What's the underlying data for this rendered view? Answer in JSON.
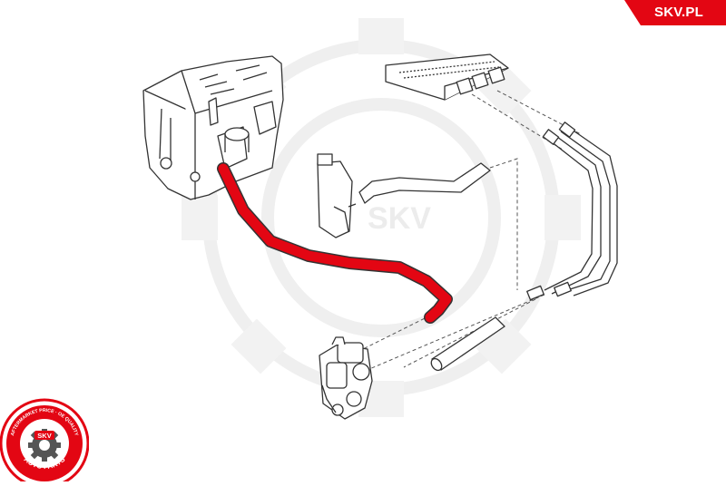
{
  "brand": {
    "label": "SKV.PL",
    "color": "#e30613"
  },
  "watermark": {
    "text": "SKV",
    "icon": "gear-icon",
    "color": "#f0f0f0"
  },
  "seal": {
    "ring_text_top": "AFTERMARKET PRICE · OE QUALITY",
    "ring_text_bottom": "AUTO PARTS",
    "center_text": "SKV",
    "color": "#e30613"
  },
  "diagram": {
    "highlight_color": "#e30613",
    "parts": [
      {
        "name": "engine-block",
        "icon": "engine-icon"
      },
      {
        "name": "coolant-expansion-tank",
        "icon": "tank-icon"
      },
      {
        "name": "heater-core",
        "icon": "radiator-icon"
      },
      {
        "name": "heater-pipes",
        "icon": "pipe-icon"
      },
      {
        "name": "upper-hose",
        "icon": "hose-icon"
      },
      {
        "name": "highlighted-coolant-hose",
        "icon": "hose-icon"
      },
      {
        "name": "lower-hose",
        "icon": "hose-icon"
      },
      {
        "name": "heater-control-valve",
        "icon": "valve-icon"
      }
    ]
  }
}
